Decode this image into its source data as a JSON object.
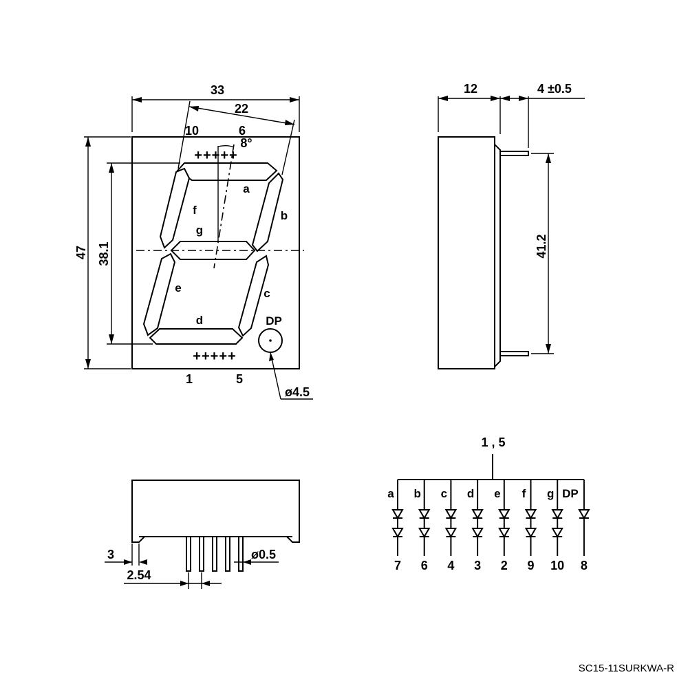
{
  "front_view": {
    "dims": {
      "width": "33",
      "digit_width": "22",
      "height": "47",
      "digit_height": "38.1",
      "slant": "8°",
      "dp_dia": "ø4.5"
    },
    "pin_top_left": "10",
    "pin_top_right": "6",
    "pin_bottom_left": "1",
    "pin_bottom_right": "5",
    "pin_marks_top": "+++++",
    "pin_marks_bottom": "+++++",
    "segment_labels": {
      "a": "a",
      "b": "b",
      "c": "c",
      "d": "d",
      "e": "e",
      "f": "f",
      "g": "g",
      "dp": "DP"
    }
  },
  "side_view": {
    "dims": {
      "depth": "12",
      "pin_length": "4 ±0.5",
      "pin_span": "41.2"
    }
  },
  "bottom_view": {
    "dims": {
      "pin_offset": "3",
      "pin_pitch": "2.54",
      "pin_dia": "ø0.5"
    }
  },
  "circuit": {
    "common": "1 , 5",
    "channels": [
      {
        "segment": "a",
        "pin": "7"
      },
      {
        "segment": "b",
        "pin": "6"
      },
      {
        "segment": "c",
        "pin": "4"
      },
      {
        "segment": "d",
        "pin": "3"
      },
      {
        "segment": "e",
        "pin": "2"
      },
      {
        "segment": "f",
        "pin": "9"
      },
      {
        "segment": "g",
        "pin": "10"
      },
      {
        "segment": "DP",
        "pin": "8"
      }
    ]
  },
  "part_number": "SC15-11SURKWA-R"
}
